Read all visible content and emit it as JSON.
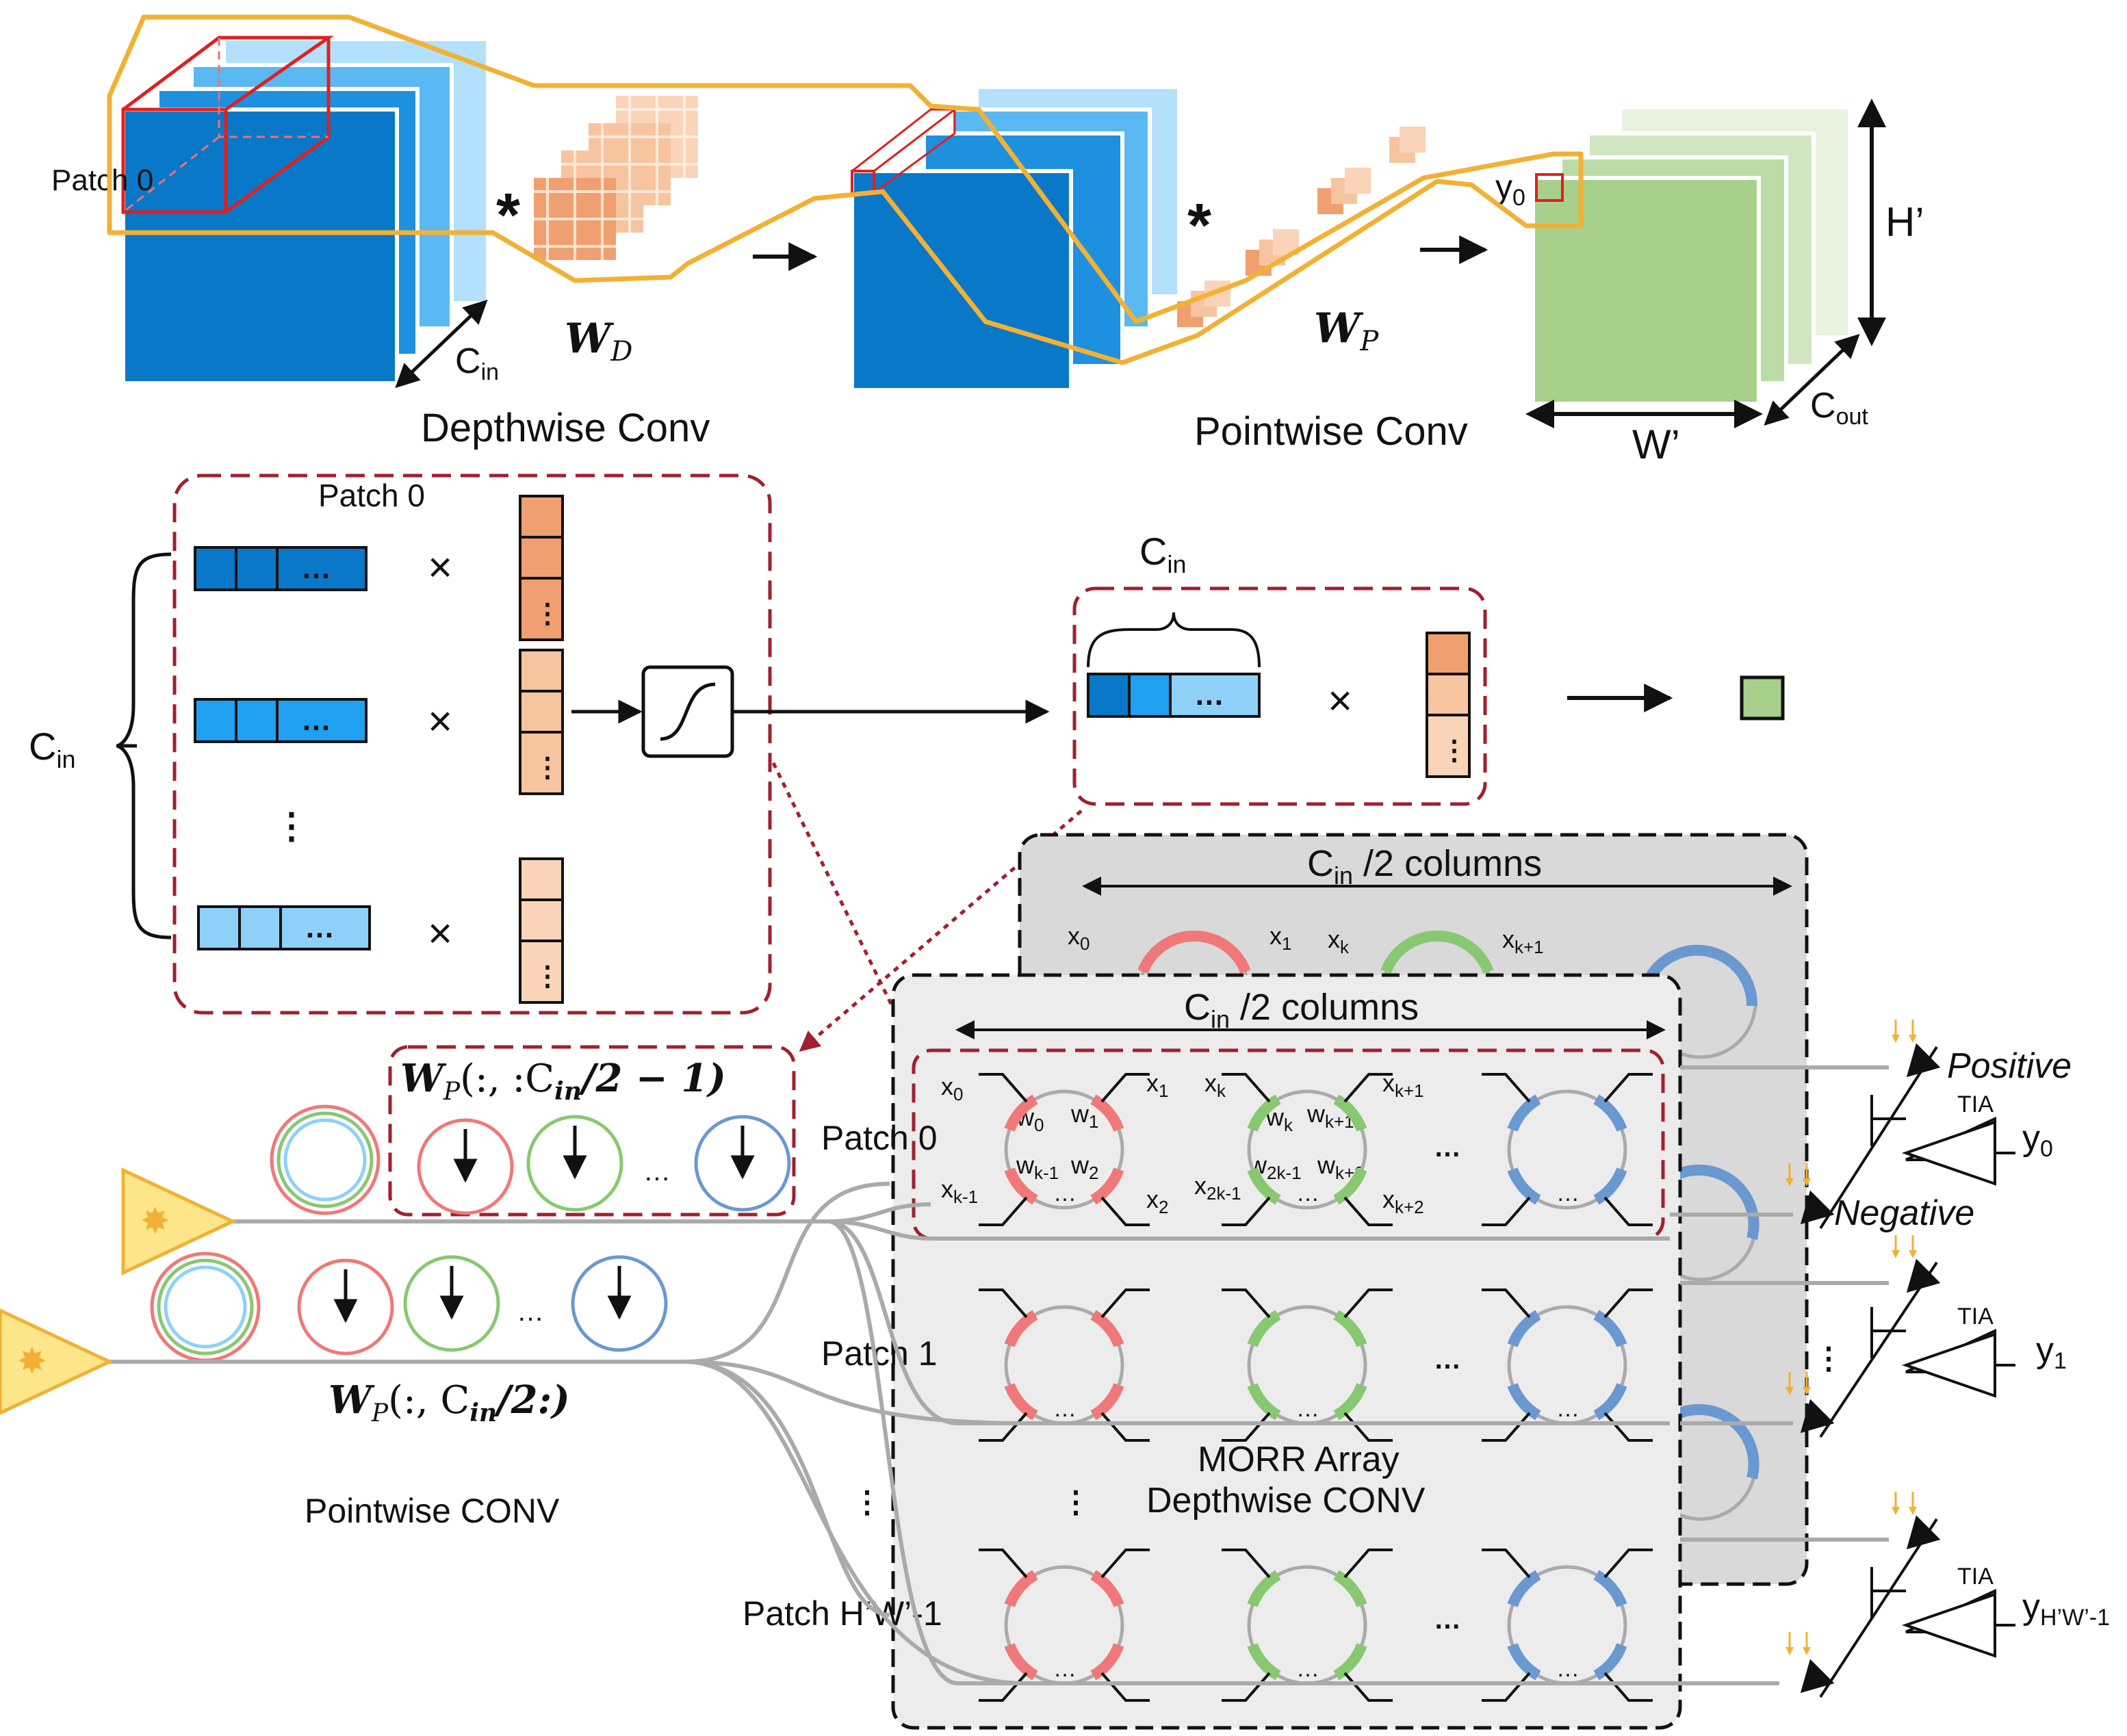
{
  "top": {
    "patch0": "Patch 0",
    "cin": "C",
    "cin_sub": "in",
    "wd": "W",
    "wd_sub": "D",
    "depthwise": "Depthwise Conv",
    "pointwise": "Pointwise Conv",
    "wp": "W",
    "wp_sub": "P",
    "y0": "y",
    "y0_sub": "0",
    "h_prime": "H’",
    "w_prime": "W’",
    "cout": "C",
    "cout_sub": "out",
    "star": "*",
    "times": "×"
  },
  "middle": {
    "patch0": "Patch 0",
    "cin": "C",
    "cin_sub": "in",
    "dots": "…",
    "vdots": "⋮"
  },
  "array": {
    "back_header": "C",
    "back_header_sub": "in",
    "back_header_rest": " /2 columns",
    "front_header": "C",
    "front_header_sub": "in",
    "front_header_rest": " /2 columns",
    "patch0": "Patch 0",
    "patch1": "Patch 1",
    "patch_last": "Patch H’W’-1",
    "morr1": "MORR Array",
    "morr2": "Depthwise CONV",
    "x0": "x",
    "x0s": "0",
    "x1": "x",
    "x1s": "1",
    "xk": "x",
    "xks": "k",
    "xk1": "x",
    "xk1s": "k+1",
    "xkm1": "x",
    "xkm1s": "k-1",
    "x2": "x",
    "x2s": "2",
    "x2km1": "x",
    "x2km1s": "2k-1",
    "xk2": "x",
    "xk2s": "k+2",
    "w0": "w",
    "w0s": "0",
    "w1": "w",
    "w1s": "1",
    "wk": "w",
    "wks": "k",
    "wk1": "w",
    "wk1s": "k+1",
    "wkm1": "w",
    "wkm1s": "k-1",
    "w2": "w",
    "w2s": "2",
    "w2km1": "w",
    "w2km1s": "2k-1",
    "wk2": "w",
    "wk2s": "k+2"
  },
  "left": {
    "wp_top": "W",
    "wp_top_sub": "P",
    "wp_top_args": "(:, :C",
    "wp_top_args_sub": "in",
    "wp_top_args_end": "/2 − 1)",
    "wp_bot": "W",
    "wp_bot_sub": "P",
    "wp_bot_args": "(:, C",
    "wp_bot_args_sub": "in",
    "wp_bot_args_end": "/2:)",
    "pointwise_conv": "Pointwise CONV"
  },
  "right": {
    "positive": "Positive",
    "negative": "Negative",
    "tia": "TIA",
    "y": "y",
    "y0s": "0",
    "y1s": "1",
    "ylast_s": "H’W’-1"
  },
  "colors": {
    "blue_dark": "#0a78c8",
    "blue_mid": "#20a0f0",
    "blue_light": "#8fd0f8",
    "orange": "#f0a070",
    "green": "#a8d08d",
    "gold": "#f2b134",
    "red": "#e02020",
    "maroon": "#a02030",
    "ring_red": "#f07878",
    "ring_green": "#88c870",
    "ring_blue": "#6a98d0",
    "panel_back": "#d9d9d9",
    "panel_front": "#ececec"
  }
}
